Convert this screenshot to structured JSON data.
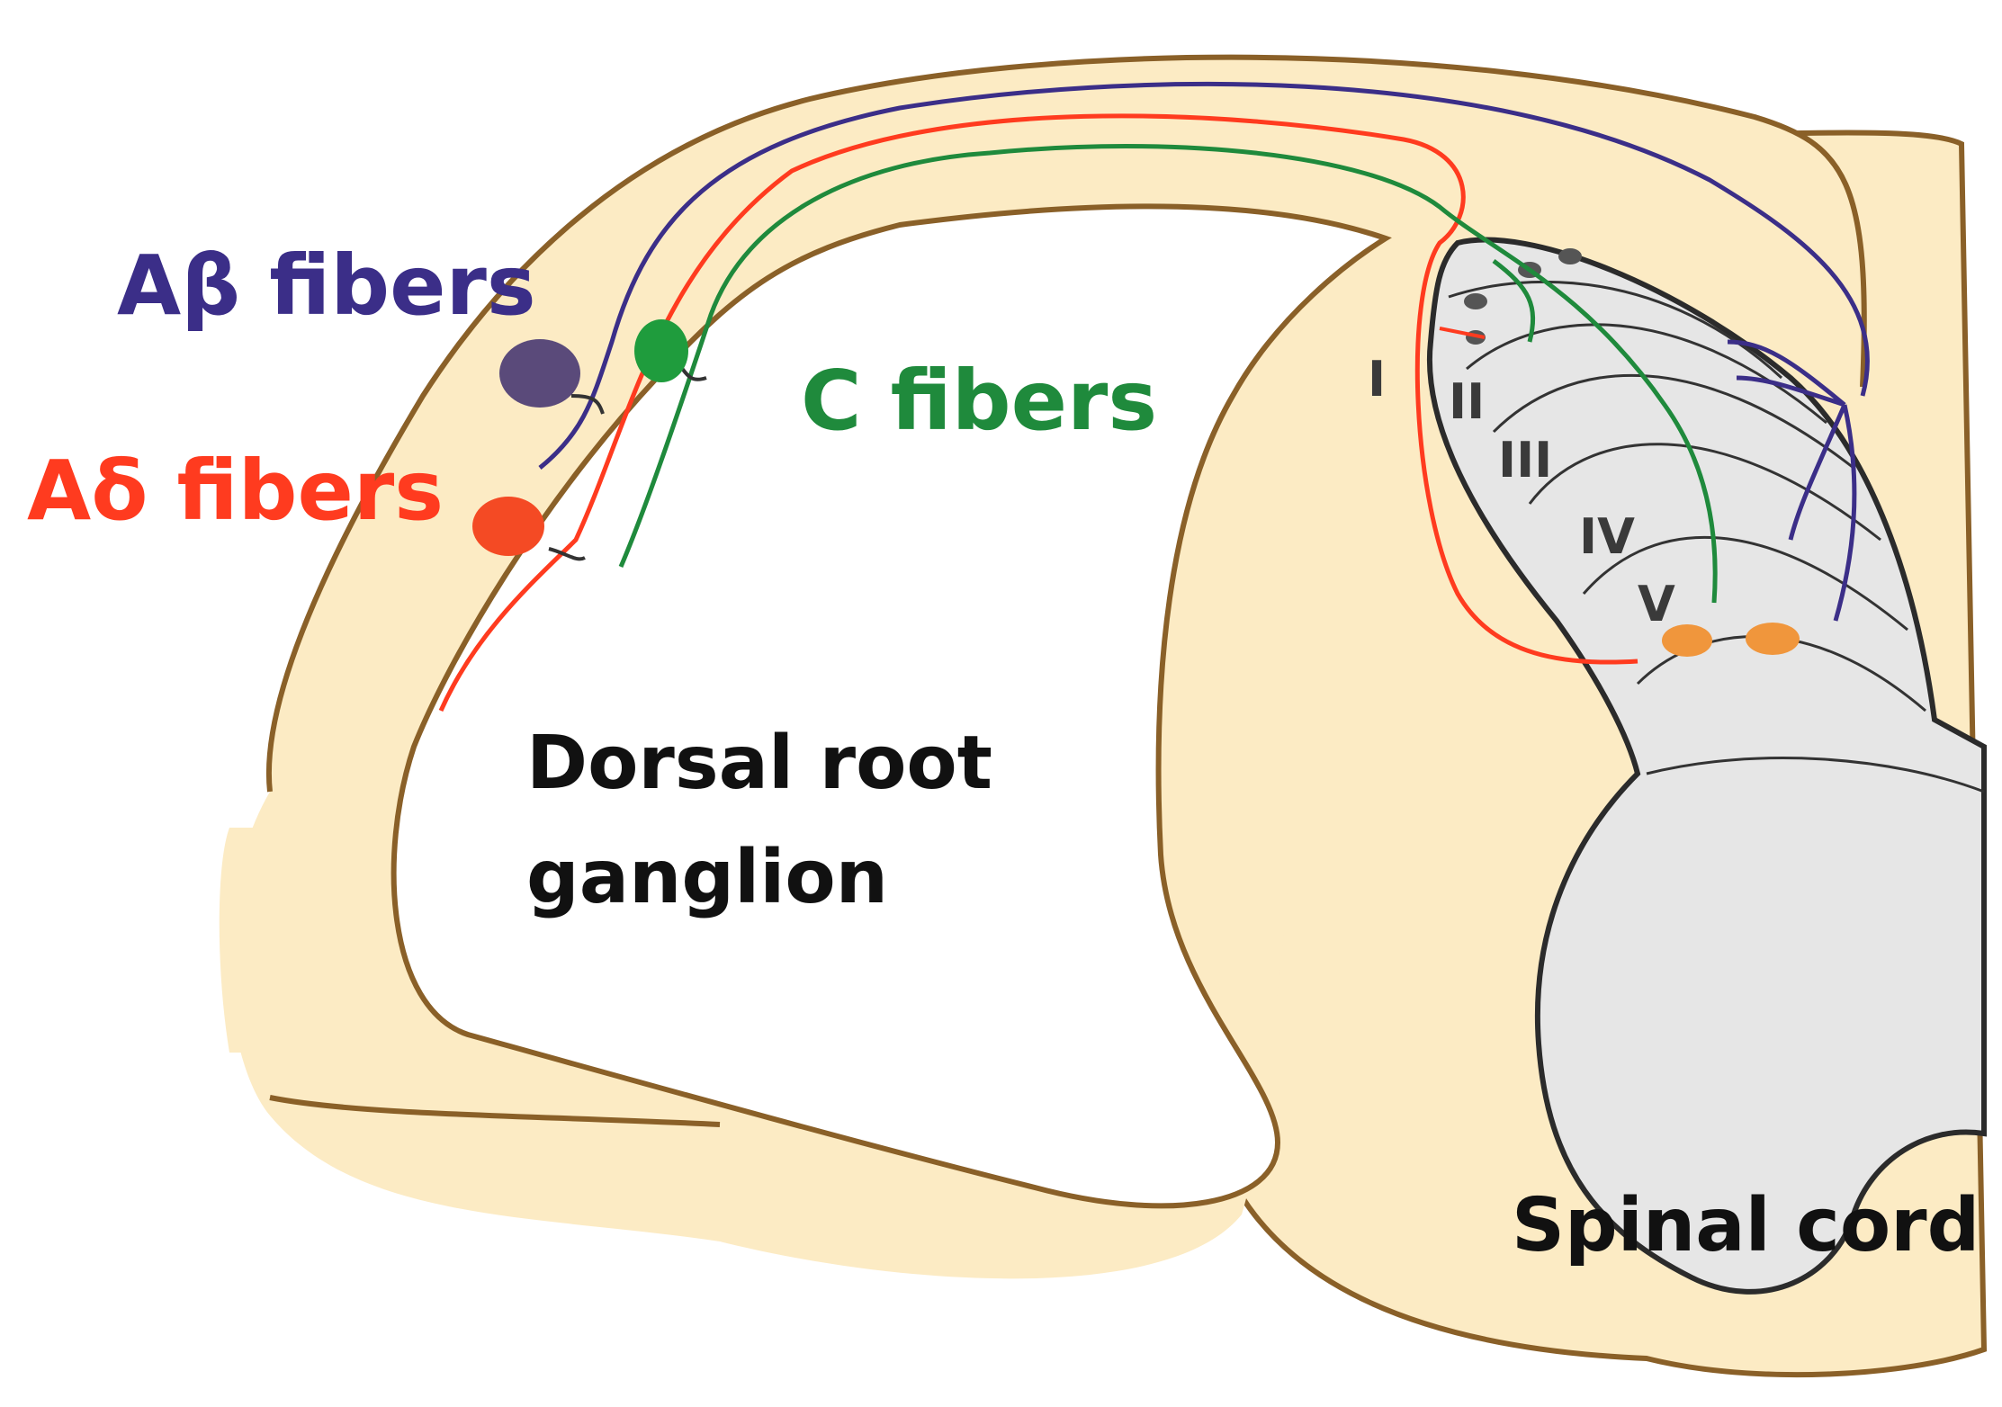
{
  "labels": {
    "ab_fibers": "Aβ fibers",
    "ad_fibers": "Aδ fibers",
    "c_fibers": "C fibers",
    "dorsal_root_line1": "Dorsal root",
    "dorsal_root_line2": "ganglion",
    "spinal_cord": "Spinal cord"
  },
  "laminae": [
    "I",
    "II",
    "III",
    "IV",
    "V"
  ],
  "colors": {
    "ab_fiber": "#3b2e88",
    "ad_fiber": "#ff3b1f",
    "c_fiber": "#1f8a3c",
    "tissue": "#fcebc4",
    "outline": "#8a6028",
    "grey_matter": "#e6e6e6",
    "target_neuron": "#f0963c"
  }
}
